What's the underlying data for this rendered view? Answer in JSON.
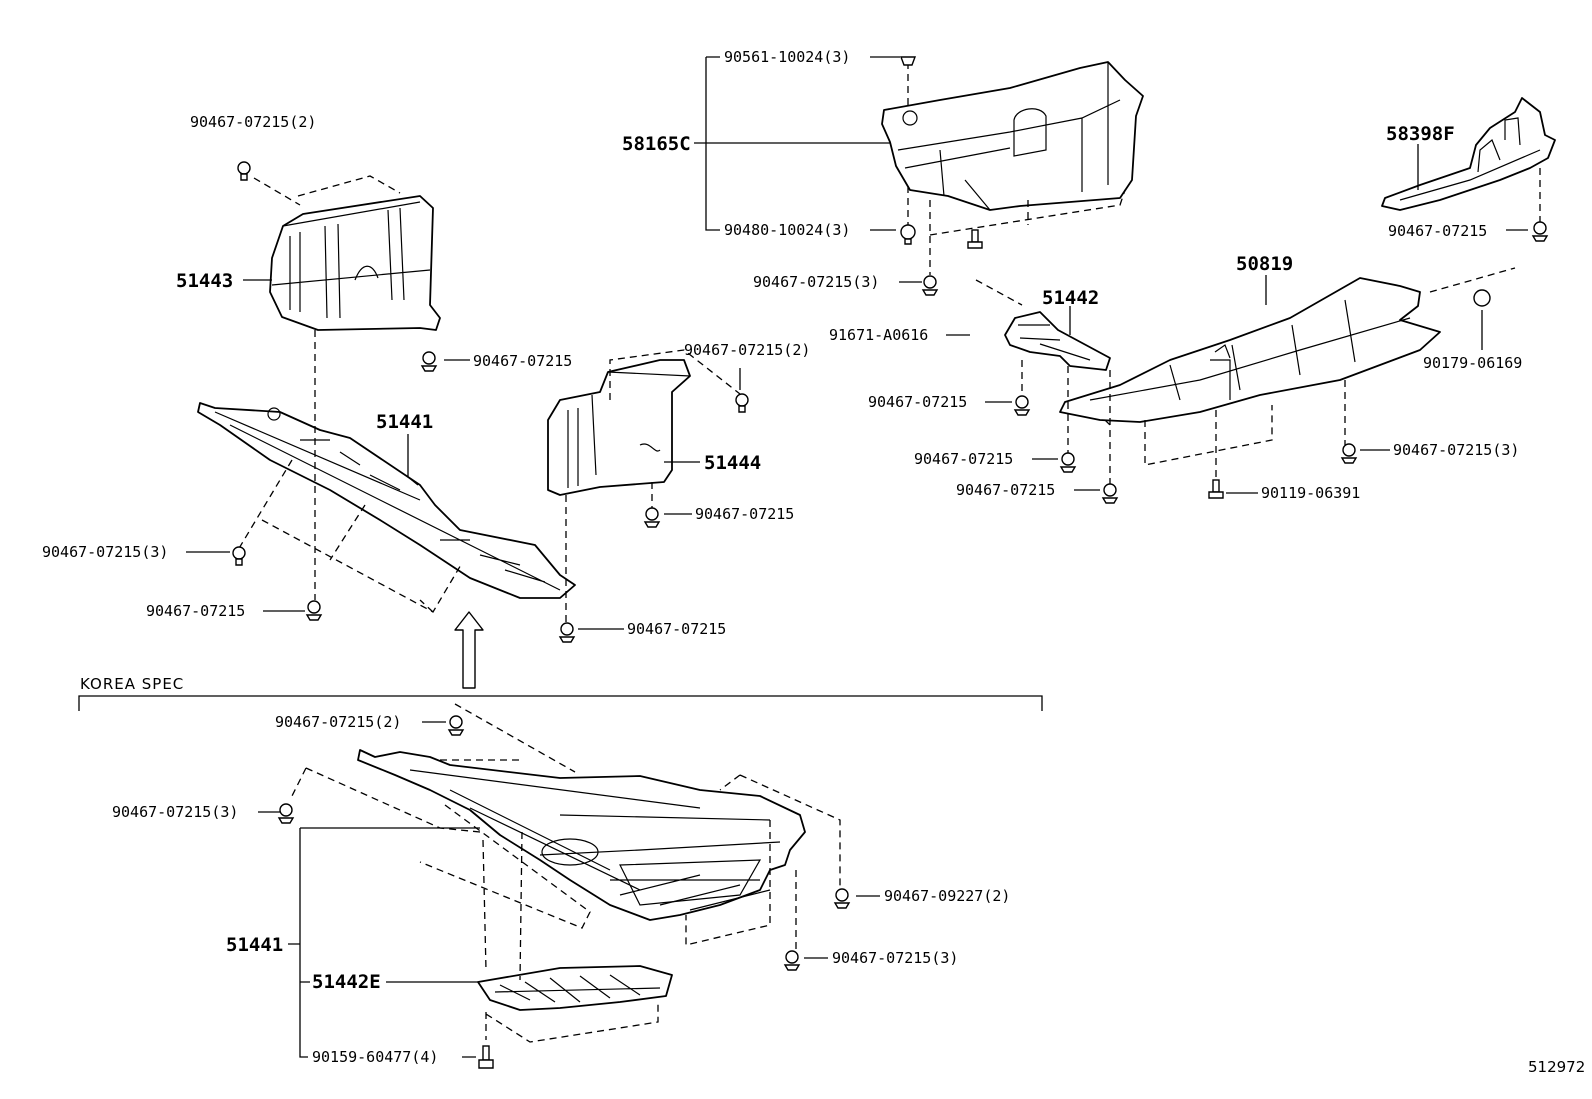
{
  "diagram_id": "512972",
  "korea_spec_label": "KOREA SPEC",
  "parts": {
    "p_51443": "51443",
    "p_51441": "51441",
    "p_51444": "51444",
    "p_58165C": "58165C",
    "p_58398F": "58398F",
    "p_50819": "50819",
    "p_51442": "51442",
    "p_51441_korea": "51441",
    "p_51442E": "51442E"
  },
  "fasteners": {
    "f01": "90467-07215(2)",
    "f02": "90467-07215",
    "f03": "90467-07215(3)",
    "f04": "90467-07215",
    "f05": "90467-07215(2)",
    "f06": "90467-07215",
    "f07": "90467-07215",
    "f08": "90561-10024(3)",
    "f09": "90480-10024(3)",
    "f10": "90467-07215(3)",
    "f11": "90467-07215",
    "f12": "91671-A0616",
    "f13": "90467-07215",
    "f14": "90467-07215",
    "f15": "90467-07215",
    "f16": "90179-06169",
    "f17": "90467-07215(3)",
    "f18": "90119-06391",
    "f19": "90467-07215(2)",
    "f20": "90467-07215(3)",
    "f21": "90467-09227(2)",
    "f22": "90467-07215(3)",
    "f23": "90159-60477(4)"
  }
}
